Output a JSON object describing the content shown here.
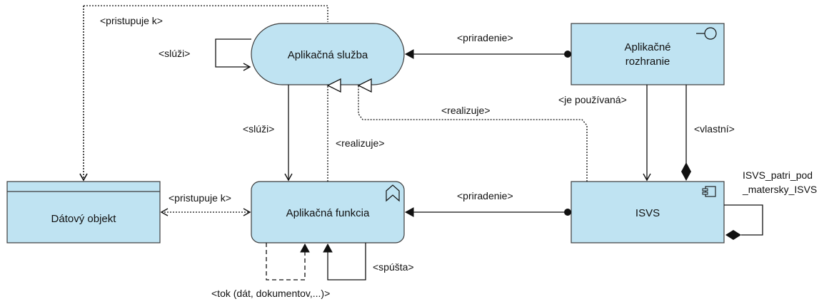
{
  "colors": {
    "node_fill": "#bfe3f2",
    "node_stroke": "#3c3c3c",
    "line": "#111111",
    "background": "#ffffff"
  },
  "nodes": {
    "aplikacna_sluzba": {
      "label": "Aplikačná služba"
    },
    "aplikacne_rozhranie": {
      "line1": "Aplikačné",
      "line2": "rozhranie",
      "icon": "interface-icon"
    },
    "aplikacna_funkcia": {
      "label": "Aplikačná funkcia",
      "icon": "function-icon"
    },
    "datovy_objekt": {
      "label": "Dátový objekt"
    },
    "isvs": {
      "label": "ISVS",
      "icon": "component-icon"
    }
  },
  "edges": {
    "pristupuje_k_top": "<pristupuje k>",
    "sluzi_self": "<slúži>",
    "priradenie_top": "<priradenie>",
    "realizuje_top": "<realizuje>",
    "je_pouzivana": "<je používaná>",
    "vlastni": "<vlastní>",
    "sluzi_vertical": "<slúži>",
    "realizuje_vertical": "<realizuje>",
    "pristupuje_k_bottom": "<pristupuje k>",
    "priradenie_bottom": "<priradenie>",
    "spusta": "<spúšta>",
    "tok": "<tok (dát, dokumentov,...)>",
    "isvs_self_line1": "ISVS_patri_pod",
    "isvs_self_line2": "_matersky_ISVS"
  }
}
